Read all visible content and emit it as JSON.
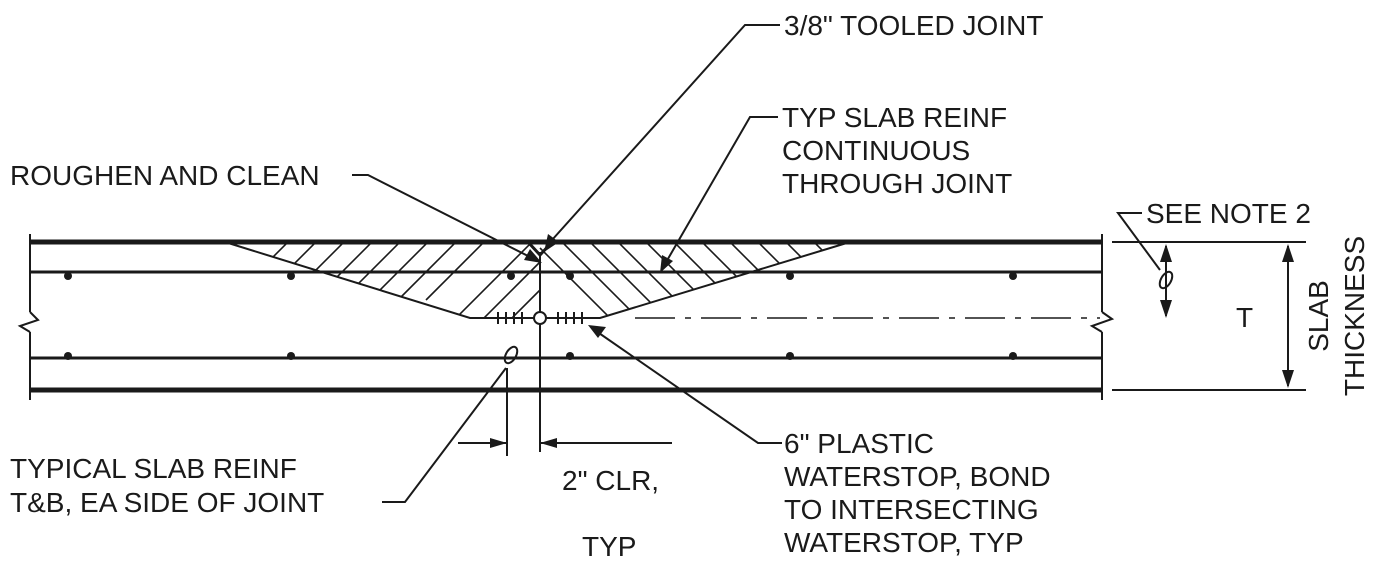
{
  "labels": {
    "tooled_joint": "3/8\" TOOLED JOINT",
    "roughen": "ROUGHEN AND CLEAN",
    "typ_slab_reinf": [
      "TYP SLAB REINF",
      "CONTINUOUS",
      "THROUGH JOINT"
    ],
    "see_note": "SEE NOTE 2",
    "slab_thickness": [
      "SLAB",
      "THICKNESS"
    ],
    "thickness_symbol": "T",
    "waterstop": [
      "6\" PLASTIC",
      "WATERSTOP, BOND",
      "TO INTERSECTING",
      "WATERSTOP, TYP"
    ],
    "typical_reinf": [
      "TYPICAL SLAB REINF",
      "T&B, EA SIDE OF JOINT"
    ],
    "clearance": [
      "2\" CLR,",
      "TYP"
    ]
  },
  "colors": {
    "line": "#1a1a1a",
    "background": "#ffffff"
  }
}
